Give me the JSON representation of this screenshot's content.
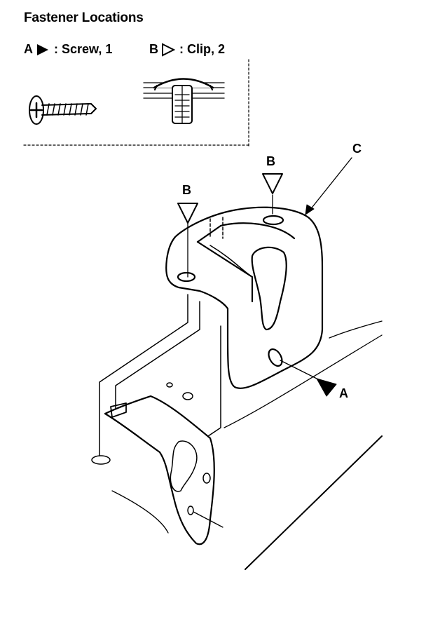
{
  "title": "Fastener Locations",
  "legend": {
    "a": {
      "letter": "A",
      "marker": "filled-triangle-icon",
      "text": ": Screw, 1"
    },
    "b": {
      "letter": "B",
      "marker": "outline-triangle-icon",
      "text": ": Clip, 2"
    }
  },
  "callouts": {
    "a": "A",
    "b_left": "B",
    "b_right": "B",
    "c": "C"
  }
}
